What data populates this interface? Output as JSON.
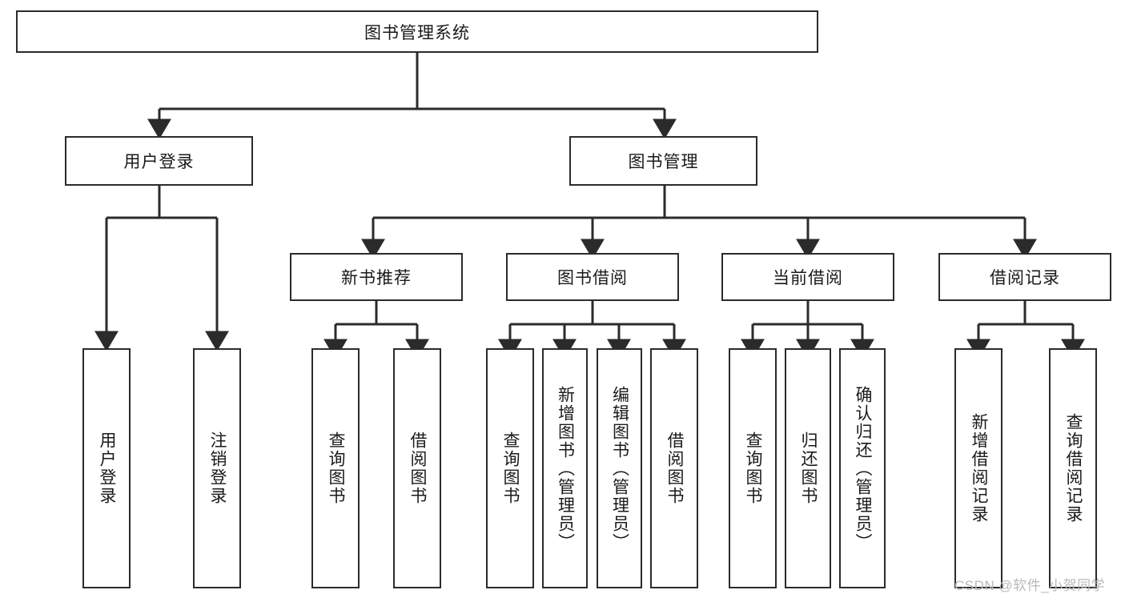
{
  "diagram": {
    "title_node": {
      "label": "图书管理系统"
    },
    "level2": [
      {
        "id": "user-login",
        "label": "用户登录"
      },
      {
        "id": "book-management",
        "label": "图书管理"
      }
    ],
    "level3": [
      {
        "id": "new-book-recommendation",
        "label": "新书推荐"
      },
      {
        "id": "book-borrowing",
        "label": "图书借阅"
      },
      {
        "id": "current-borrowing",
        "label": "当前借阅"
      },
      {
        "id": "borrowing-record",
        "label": "借阅记录"
      }
    ],
    "leaves": {
      "user_login": [
        {
          "id": "user-login-leaf",
          "label": "用户登录"
        },
        {
          "id": "logout-leaf",
          "label": "注销登录"
        }
      ],
      "new_book_recommendation": [
        {
          "id": "query-book-1",
          "label": "查询图书"
        },
        {
          "id": "borrow-book-1",
          "label": "借阅图书"
        }
      ],
      "book_borrowing": [
        {
          "id": "query-book-2",
          "label": "查询图书"
        },
        {
          "id": "add-book",
          "label": "新增图书（管理员）"
        },
        {
          "id": "edit-book",
          "label": "编辑图书（管理员）"
        },
        {
          "id": "borrow-book-2",
          "label": "借阅图书"
        }
      ],
      "current_borrowing": [
        {
          "id": "query-book-3",
          "label": "查询图书"
        },
        {
          "id": "return-book",
          "label": "归还图书"
        },
        {
          "id": "confirm-return",
          "label": "确认归还（管理员）"
        }
      ],
      "borrowing_record": [
        {
          "id": "add-borrow-record",
          "label": "新增借阅记录"
        },
        {
          "id": "query-borrow-record",
          "label": "查询借阅记录"
        }
      ]
    }
  },
  "watermark": {
    "text": "CSDN @软件_小贺同学"
  },
  "colors": {
    "stroke": "#2b2b2b",
    "fill": "#ffffff",
    "text": "#1a1a1a",
    "watermark": "#b9b9b9"
  }
}
